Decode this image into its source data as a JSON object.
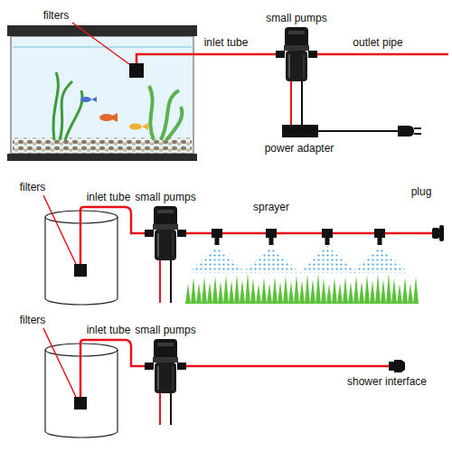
{
  "diagram": {
    "labels": [
      "filters",
      "inlet tube",
      "small pumps",
      "outlet pipe",
      "power adapter",
      "filters",
      "inlet tube",
      "small pumps",
      "sprayer",
      "plug",
      "filters",
      "inlet tube",
      "small pumps",
      "shower interface"
    ]
  }
}
